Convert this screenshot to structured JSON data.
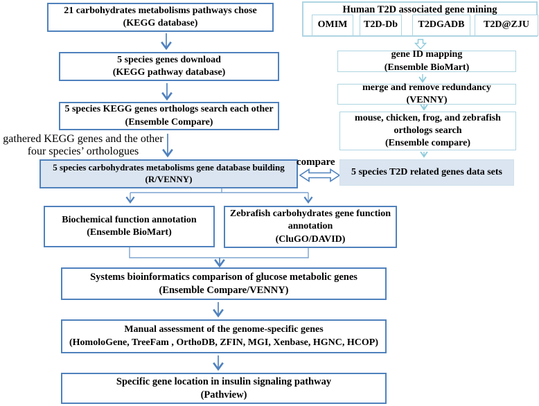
{
  "colors": {
    "box_border_blue": "#4f81bd",
    "box_fill_lightblue": "#dbe5f1",
    "cyan_border": "#aed5e2",
    "cyan_arrow": "#8fcbdc",
    "blue_arrow": "#4f81bd",
    "text": "#000000"
  },
  "left_flow": {
    "boxes": [
      {
        "title": "21 carbohydrates metabolisms pathways chose",
        "subtitle": "(KEGG database)"
      },
      {
        "title": "5 species genes download",
        "subtitle": "(KEGG pathway database)"
      },
      {
        "title": "5 species KEGG genes orthologs search each other",
        "subtitle": "(Ensemble Compare)"
      },
      {
        "title": "5 species carbohydrates metabolisms gene database building",
        "subtitle": "(R/VENNY)"
      },
      {
        "title": "Biochemical function annotation",
        "subtitle": "(Ensemble BioMart)"
      },
      {
        "title": "Zebrafish carbohydrates gene function annotation",
        "subtitle": "(CluGO/DAVID)"
      },
      {
        "title": "Systems bioinformatics comparison of glucose metabolic genes",
        "subtitle": "(Ensemble Compare/VENNY)"
      },
      {
        "title": "Manual assessment of the genome-specific genes",
        "subtitle": "(HomoloGene, TreeFam , OrthoDB, ZFIN, MGI, Xenbase, HGNC, HCOP)"
      },
      {
        "title": "Specific gene location in insulin signaling pathway",
        "subtitle": "(Pathview)"
      }
    ],
    "annotation": {
      "line1": "gathered KEGG genes and the other",
      "line2": "four species’ orthologues"
    },
    "compare_label": "compare"
  },
  "right_flow": {
    "mining": {
      "title": "Human T2D associated gene mining",
      "databases": [
        "OMIM",
        "T2D-Db",
        "T2DGADB",
        "T2D@ZJU"
      ]
    },
    "boxes": [
      {
        "title": "gene ID mapping",
        "subtitle": "(Ensemble BioMart)"
      },
      {
        "title": "merge and remove redundancy",
        "subtitle": "(VENNY)"
      },
      {
        "title": "mouse, chicken, frog, and zebrafish orthologs search",
        "subtitle": "(Ensemble compare)"
      },
      {
        "title": "5 species T2D related genes data sets"
      }
    ]
  }
}
